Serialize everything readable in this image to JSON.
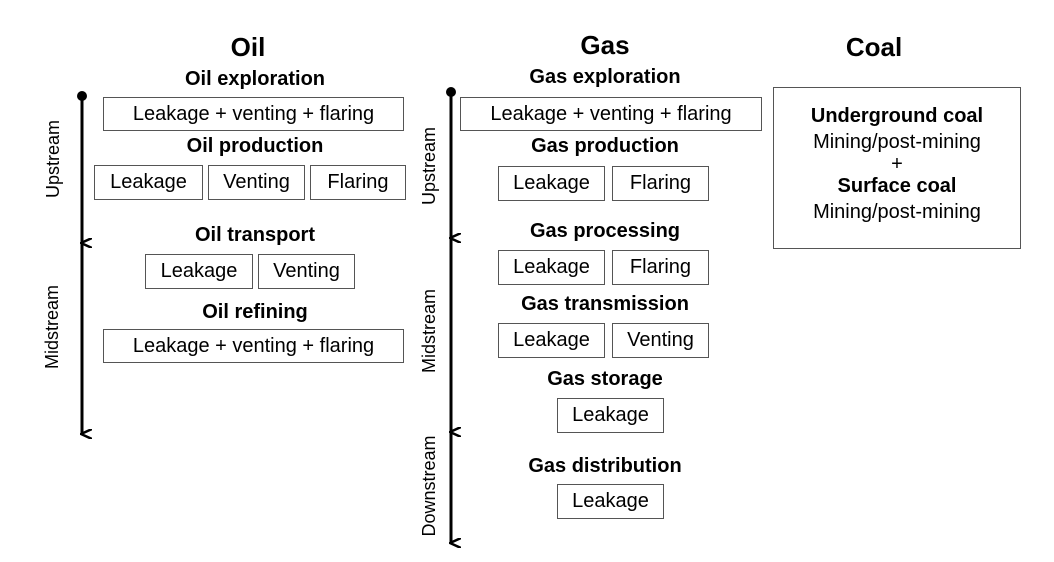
{
  "columns": {
    "oil": {
      "title": "Oil",
      "stages": [
        {
          "label": "Oil exploration",
          "boxes": [
            "Leakage + venting + flaring"
          ]
        },
        {
          "label": "Oil production",
          "boxes": [
            "Leakage",
            "Venting",
            "Flaring"
          ]
        },
        {
          "label": "Oil transport",
          "boxes": [
            "Leakage",
            "Venting"
          ]
        },
        {
          "label": "Oil refining",
          "boxes": [
            "Leakage + venting + flaring"
          ]
        }
      ],
      "segments": [
        "Upstream",
        "Midstream"
      ]
    },
    "gas": {
      "title": "Gas",
      "stages": [
        {
          "label": "Gas exploration",
          "boxes": [
            "Leakage + venting + flaring"
          ]
        },
        {
          "label": "Gas production",
          "boxes": [
            "Leakage",
            "Flaring"
          ]
        },
        {
          "label": "Gas processing",
          "boxes": [
            "Leakage",
            "Flaring"
          ]
        },
        {
          "label": "Gas transmission",
          "boxes": [
            "Leakage",
            "Venting"
          ]
        },
        {
          "label": "Gas storage",
          "boxes": [
            "Leakage"
          ]
        },
        {
          "label": "Gas distribution",
          "boxes": [
            "Leakage"
          ]
        }
      ],
      "segments": [
        "Upstream",
        "Midstream",
        "Downstream"
      ]
    },
    "coal": {
      "title": "Coal",
      "underground": "Underground coal",
      "underground_desc": "Mining/post-mining",
      "plus": "+",
      "surface": "Surface coal",
      "surface_desc": "Mining/post-mining"
    }
  }
}
